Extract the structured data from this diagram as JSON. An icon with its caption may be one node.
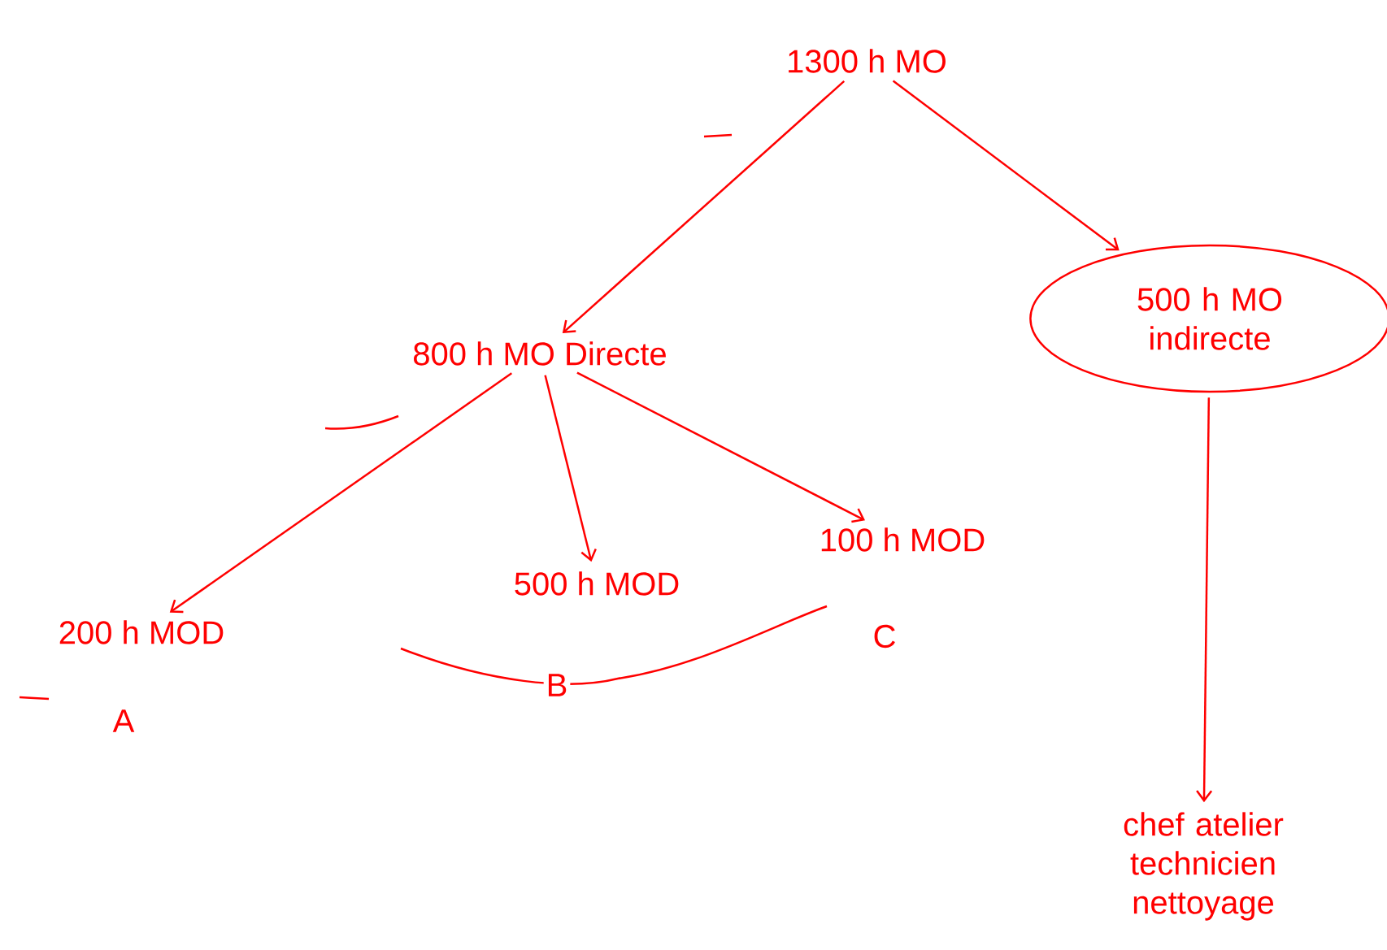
{
  "diagram": {
    "nodes": [
      {
        "text": [
          "1300 h MO"
        ]
      },
      {
        "text": [
          "800 h MO Directe"
        ]
      },
      {
        "text": [
          "500 h MO indirecte"
        ]
      },
      {
        "text": [
          "200 h MOD"
        ]
      },
      {
        "text": [
          "500 h MOD"
        ]
      },
      {
        "text": [
          "100 h MOD"
        ]
      },
      {
        "text": [
          "chef atelier technicien nettoyage"
        ]
      }
    ],
    "edges": [
      {
        "from": 0,
        "to": 1,
        "arrow": "to"
      },
      {
        "from": 0,
        "to": 2,
        "arrow": "to"
      },
      {
        "from": 1,
        "to": 3,
        "arrow": "to"
      },
      {
        "from": 1,
        "to": 4,
        "arrow": "to"
      },
      {
        "from": 1,
        "to": 5,
        "arrow": "to"
      },
      {
        "from": 2,
        "to": 6,
        "arrow": "to"
      }
    ],
    "labels": [
      "A",
      "B",
      "C"
    ]
  }
}
